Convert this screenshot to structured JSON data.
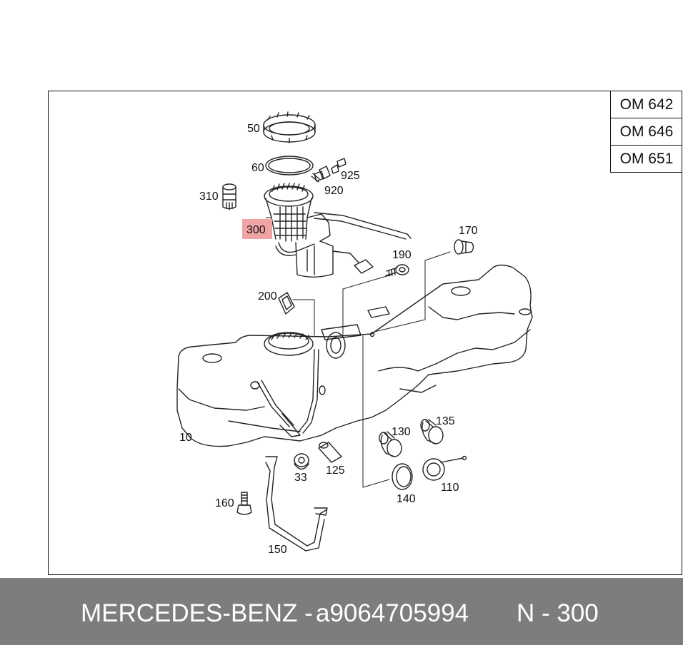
{
  "engine_variants": [
    "OM 642",
    "OM 646",
    "OM 651"
  ],
  "callouts": {
    "c50": "50",
    "c60": "60",
    "c925": "925",
    "c920": "920",
    "c310": "310",
    "c300": "300",
    "c170": "170",
    "c190": "190",
    "c200": "200",
    "c10": "10",
    "c130": "130",
    "c135": "135",
    "c33": "33",
    "c125": "125",
    "c160": "160",
    "c140": "140",
    "c110": "110",
    "c150": "150"
  },
  "highlighted_callout": "300",
  "footer": {
    "brand": "MERCEDES-BENZ -",
    "part_number": "a9064705994",
    "position": "N - 300"
  },
  "colors": {
    "highlight": "#f0a4a4",
    "footer_background": "#7d7d7d",
    "footer_text": "#ffffff"
  }
}
